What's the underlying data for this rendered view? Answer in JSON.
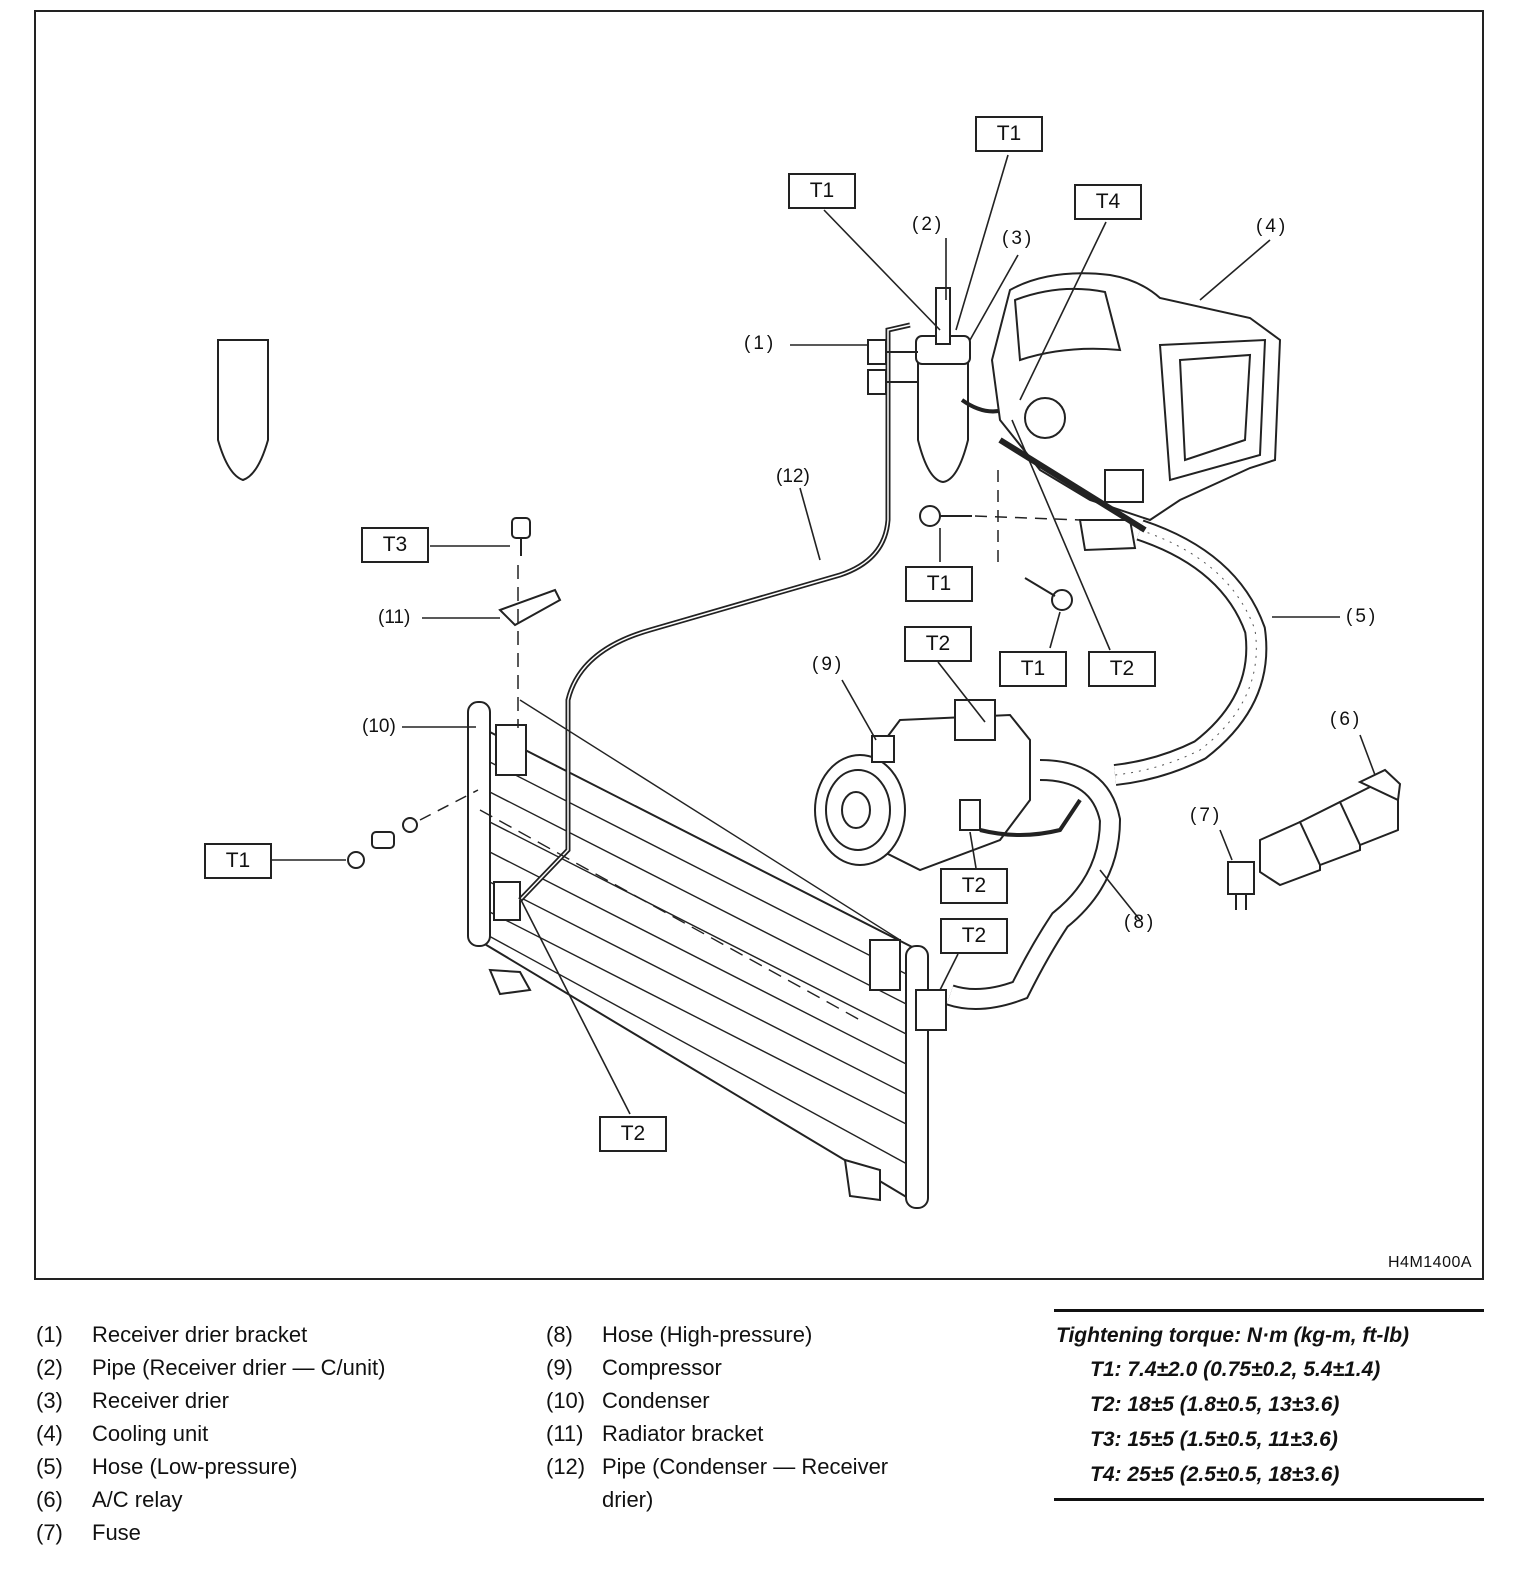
{
  "figure_id": "H4M1400A",
  "callouts": {
    "c1": "(1)",
    "c2": "(2)",
    "c3": "(3)",
    "c4": "(4)",
    "c5": "(5)",
    "c6": "(6)",
    "c7": "(7)",
    "c8": "(8)",
    "c9": "(9)",
    "c10": "(10)",
    "c11": "(11)",
    "c12": "(12)"
  },
  "torque_tags": {
    "t1_a": "T1",
    "t1_b": "T1",
    "t1_c": "T1",
    "t1_d": "T1",
    "t1_e": "T1",
    "t2_a": "T2",
    "t2_b": "T2",
    "t2_c": "T2",
    "t2_d": "T2",
    "t2_e": "T2",
    "t3": "T3",
    "t4": "T4"
  },
  "legend": [
    {
      "num": "(1)",
      "text": "Receiver drier bracket"
    },
    {
      "num": "(2)",
      "text": "Pipe (Receiver drier — C/unit)"
    },
    {
      "num": "(3)",
      "text": "Receiver drier"
    },
    {
      "num": "(4)",
      "text": "Cooling unit"
    },
    {
      "num": "(5)",
      "text": "Hose (Low-pressure)"
    },
    {
      "num": "(6)",
      "text": "A/C relay"
    },
    {
      "num": "(7)",
      "text": "Fuse"
    },
    {
      "num": "(8)",
      "text": "Hose (High-pressure)"
    },
    {
      "num": "(9)",
      "text": "Compressor"
    },
    {
      "num": "(10)",
      "text": "Condenser"
    },
    {
      "num": "(11)",
      "text": "Radiator bracket"
    },
    {
      "num": "(12)",
      "text": "Pipe (Condenser — Receiver drier)"
    }
  ],
  "torque": {
    "title": "Tightening torque: N·m (kg-m, ft-lb)",
    "rows": [
      "T1: 7.4±2.0 (0.75±0.2, 5.4±1.4)",
      "T2: 18±5 (1.8±0.5, 13±3.6)",
      "T3: 15±5 (1.5±0.5, 11±3.6)",
      "T4: 25±5 (2.5±0.5, 18±3.6)"
    ]
  }
}
